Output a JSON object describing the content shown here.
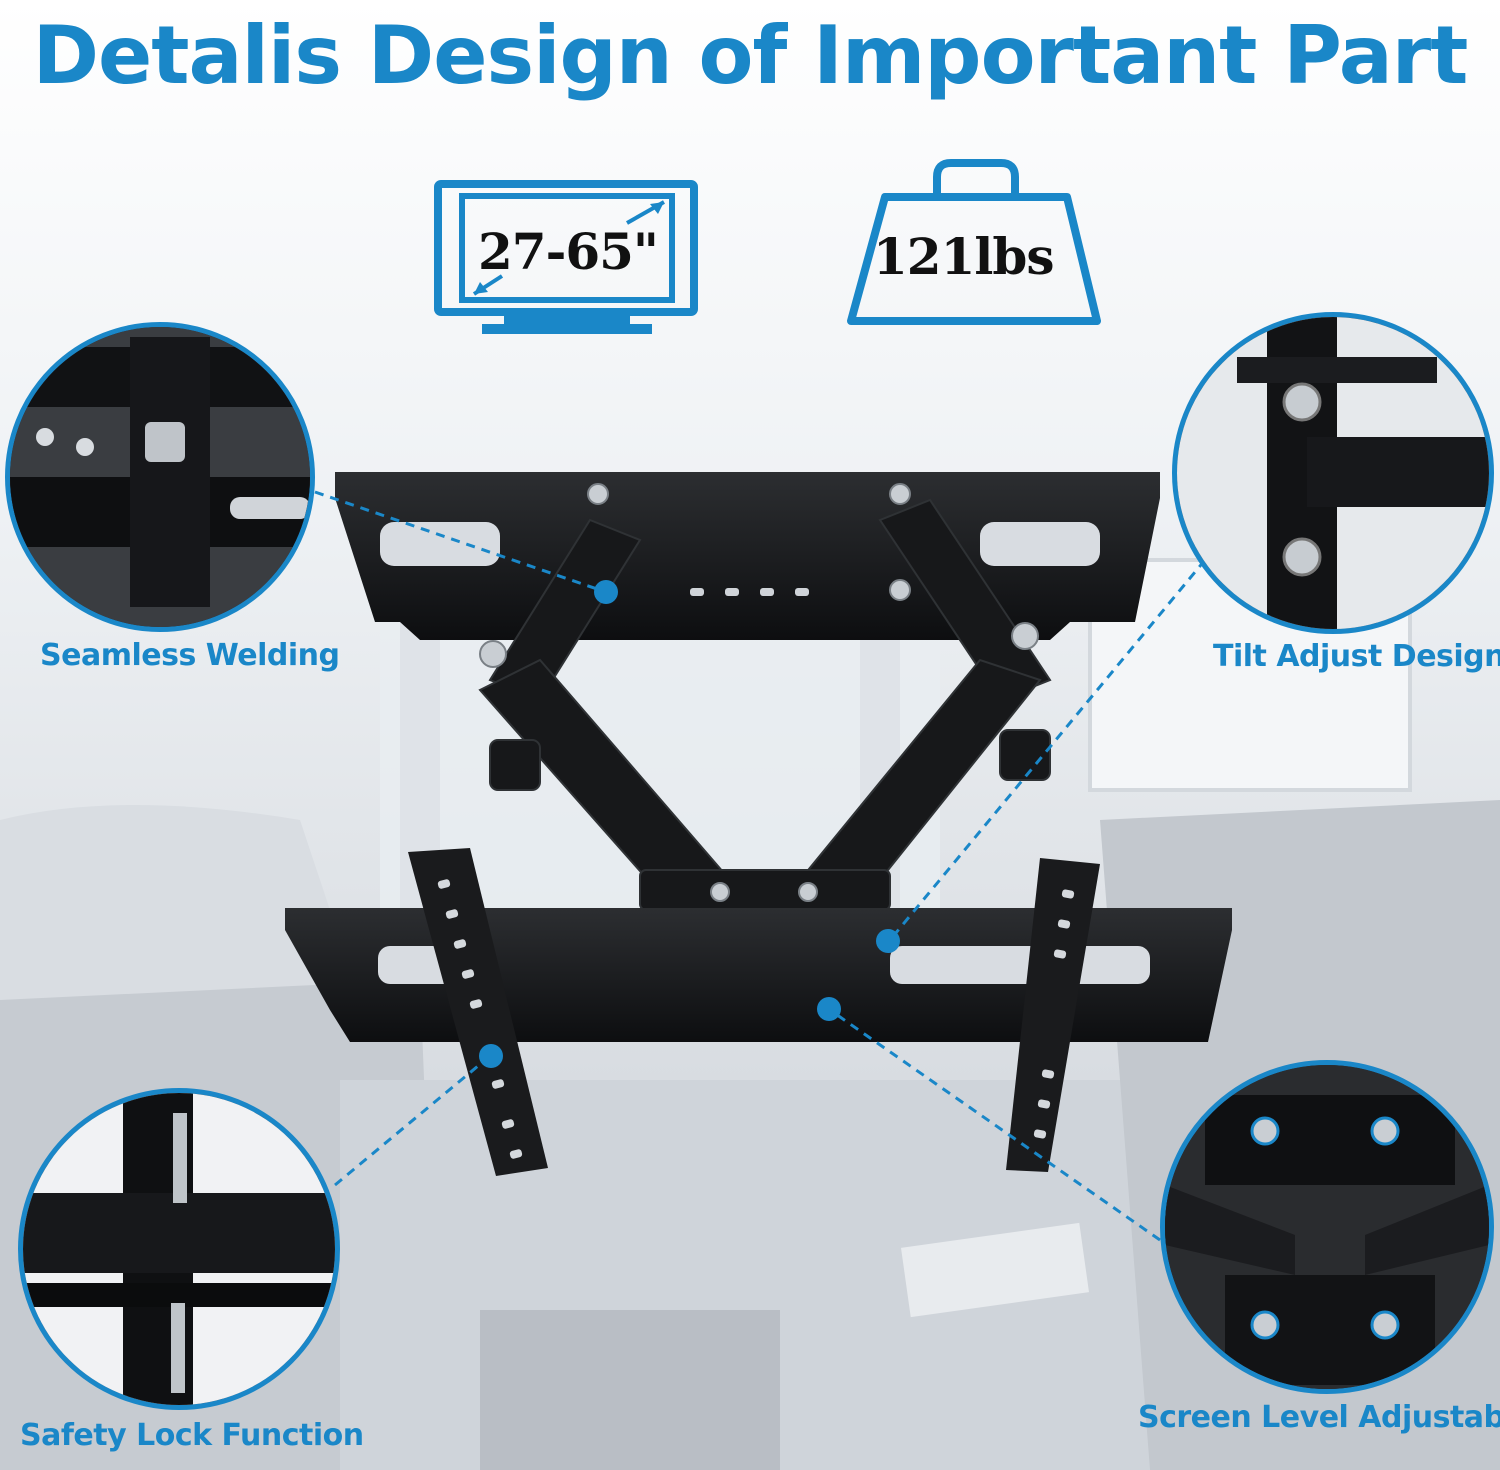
{
  "title": "Detalis Design of Important Part",
  "specs": {
    "screen_size": "27-65\"",
    "weight_capacity": "121lbs"
  },
  "features": {
    "top_left": "Seamless Welding",
    "top_right": "Tilt Adjust Design",
    "bottom_left": "Safety Lock Function",
    "bottom_right": "Screen Level Adjustable"
  },
  "colors": {
    "accent": "#1a87c8",
    "mount": "#1c1d1f",
    "room": "#e4e8ec"
  }
}
